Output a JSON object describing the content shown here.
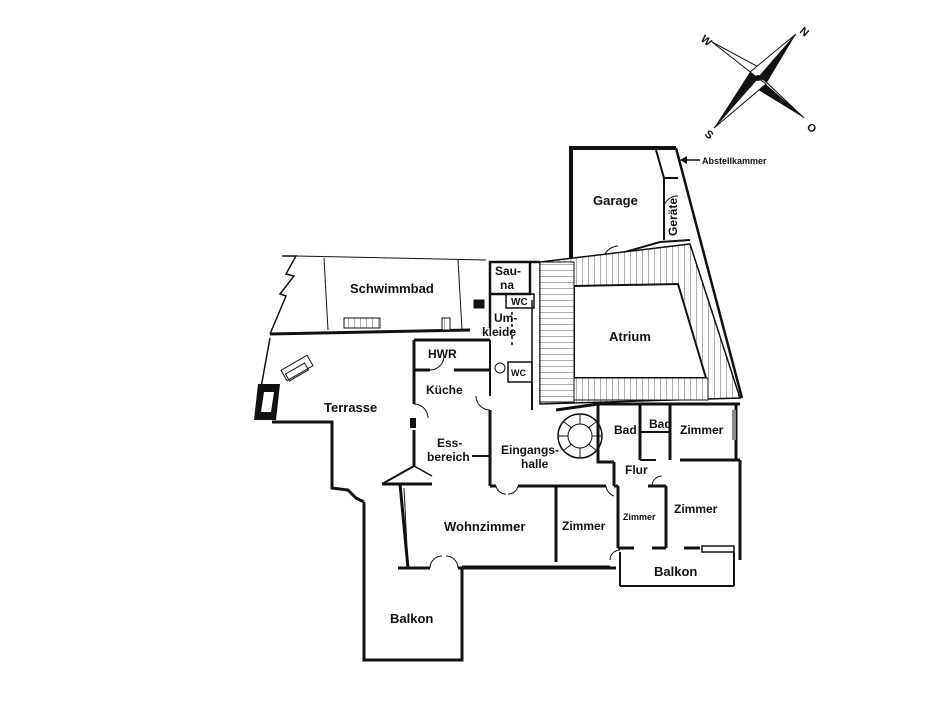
{
  "compass": {
    "north": "N",
    "east": "O",
    "south": "S",
    "west": "W"
  },
  "annotation": {
    "storage_room": "Abstellkammer"
  },
  "rooms": {
    "garage": "Garage",
    "geraete": "Geräte",
    "sauna_line1": "Sau-",
    "sauna_line2": "na",
    "wc_upper": "WC",
    "wc_lower": "WC",
    "schwimmbad": "Schwimmbad",
    "umkleide_line1": "Um-",
    "umkleide_line2": "kleide",
    "atrium": "Atrium",
    "hwr": "HWR",
    "kueche": "Küche",
    "terrasse": "Terrasse",
    "essbereich_line1": "Ess-",
    "essbereich_line2": "bereich",
    "eingangshalle_line1": "Eingangs-",
    "eingangshalle_line2": "halle",
    "bad1": "Bad",
    "bad2": "Bad",
    "zimmer_ne": "Zimmer",
    "flur": "Flur",
    "zimmer_w": "Zimmer",
    "zimmer_small": "Zimmer",
    "zimmer_e": "Zimmer",
    "wohnzimmer": "Wohnzimmer",
    "balkon_east": "Balkon",
    "balkon_south": "Balkon"
  }
}
